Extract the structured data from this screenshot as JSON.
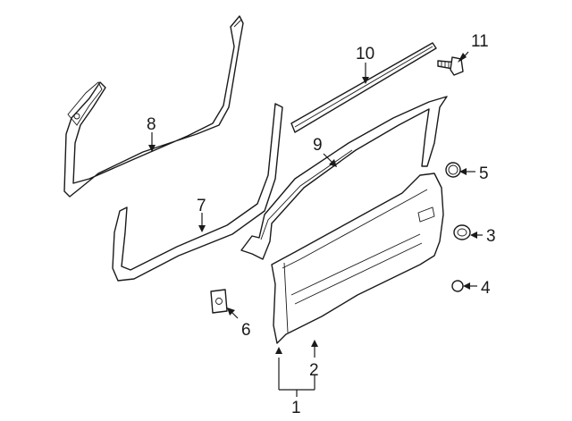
{
  "diagram": {
    "callouts": [
      "1",
      "2",
      "3",
      "4",
      "5",
      "6",
      "7",
      "8",
      "9",
      "10",
      "11"
    ]
  },
  "colors": {
    "line": "#1a1a1a",
    "background": "#ffffff"
  }
}
